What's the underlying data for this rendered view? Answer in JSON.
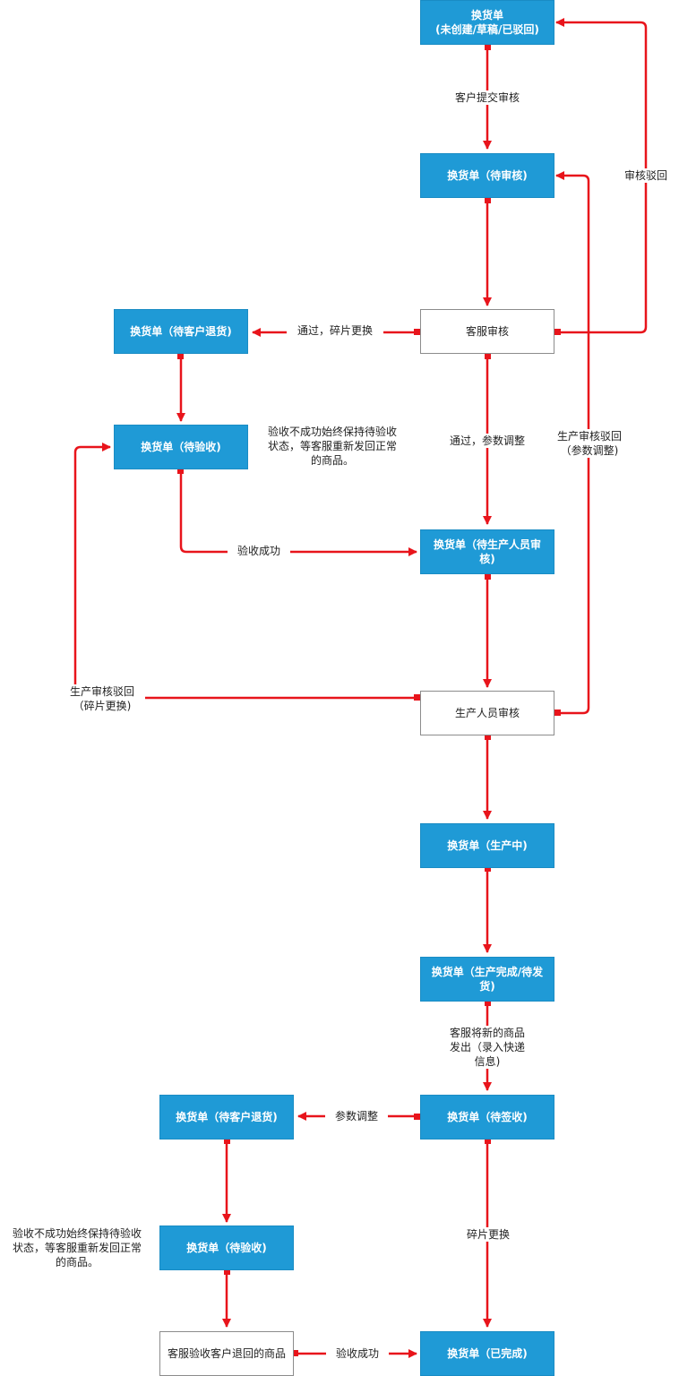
{
  "colors": {
    "node_fill": "#1f9ad6",
    "edge": "#e8141b",
    "node_border": "#8c8c8c"
  },
  "nodes": {
    "draft": "换货单\n(未创建/草稿/已驳回)",
    "pending_review": "换货单（待审核)",
    "cs_review": "客服审核",
    "wait_return_1": "换货单（待客户退货)",
    "wait_inspect_1": "换货单（待验收)",
    "wait_prod_review": "换货单（待生产人员审\n核)",
    "prod_review": "生产人员审核",
    "producing": "换货单（生产中)",
    "produced": "换货单（生产完成/待发\n货)",
    "wait_sign": "换货单（待签收)",
    "wait_return_2": "换货单（待客户退货)",
    "wait_inspect_2": "换货单（待验收)",
    "cs_inspect": "客服验收客户退回的商品",
    "done": "换货单（已完成)"
  },
  "labels": {
    "submit": "客户提交审核",
    "reject": "审核驳回",
    "pass_fragment": "通过，碎片更换",
    "pass_param": "通过，参数调整",
    "prod_reject_param": "生产审核驳回\n（参数调整)",
    "inspect_ok_1": "验收成功",
    "prod_reject_fragment": "生产审核驳回\n（碎片更换)",
    "ship": "客服将新的商品\n发出（录入快递\n信息)",
    "param_adjust": "参数调整",
    "fragment_replace": "碎片更换",
    "inspect_ok_2": "验收成功"
  },
  "notes": {
    "note_1": "验收不成功始终保持待验收\n状态，等客服重新发回正常\n的商品。",
    "note_2": "验收不成功始终保持待验收\n状态，等客服重新发回正常\n的商品。"
  }
}
